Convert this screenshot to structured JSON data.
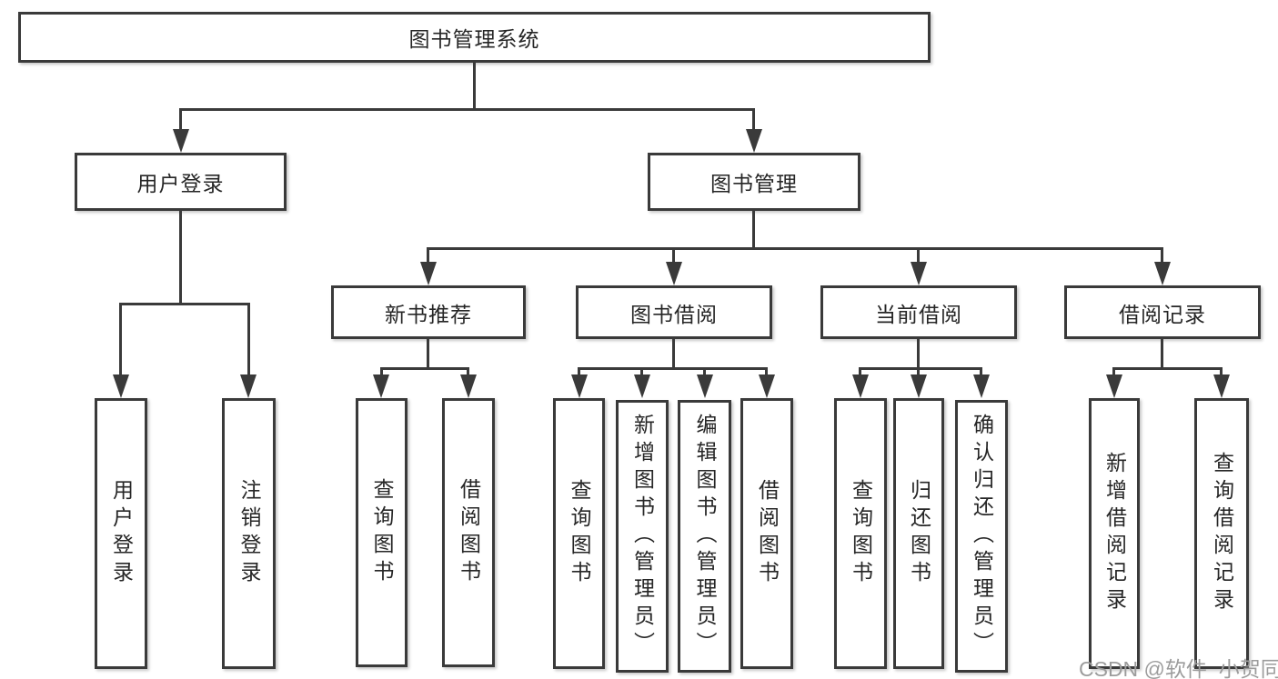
{
  "diagram": {
    "root": {
      "label": "图书管理系统"
    },
    "level2": [
      {
        "label": "用户登录"
      },
      {
        "label": "图书管理"
      }
    ],
    "level3": [
      {
        "label": "新书推荐"
      },
      {
        "label": "图书借阅"
      },
      {
        "label": "当前借阅"
      },
      {
        "label": "借阅记录"
      }
    ],
    "leaves": {
      "login": [
        {
          "label": "用户登录"
        },
        {
          "label": "注销登录"
        }
      ],
      "recommend": [
        {
          "label": "查询图书"
        },
        {
          "label": "借阅图书"
        }
      ],
      "borrow": [
        {
          "label": "查询图书"
        },
        {
          "label": "新增图书（管理员）"
        },
        {
          "label": "编辑图书（管理员）"
        },
        {
          "label": "借阅图书"
        }
      ],
      "current": [
        {
          "label": "查询图书"
        },
        {
          "label": "归还图书"
        },
        {
          "label": "确认归还（管理员）"
        }
      ],
      "records": [
        {
          "label": "新增借阅记录"
        },
        {
          "label": "查询借阅记录"
        }
      ]
    },
    "watermark": "CSDN @软件_小贺同学",
    "colors": {
      "line": "#3a3a3a",
      "text": "#262626",
      "background": "#ffffff",
      "watermark": "#9c9c9c"
    }
  }
}
